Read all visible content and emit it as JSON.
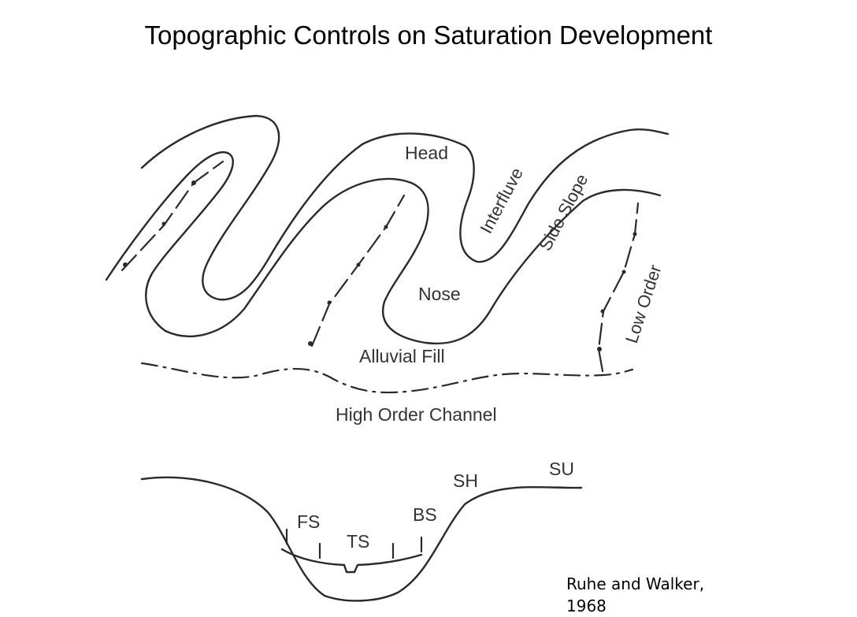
{
  "slide": {
    "title": "Topographic Controls on Saturation Development",
    "citation_line1": "Ruhe and Walker,",
    "citation_line2": "1968"
  },
  "plan_view": {
    "labels": {
      "head": "Head",
      "interfluve": "Interfluve",
      "side_slope": "Side Slope",
      "nose": "Nose",
      "low_order": "Low Order",
      "alluvial_fill": "Alluvial Fill",
      "high_order_channel": "High Order Channel"
    }
  },
  "cross_section": {
    "labels": {
      "su": "SU",
      "sh": "SH",
      "bs": "BS",
      "fs": "FS",
      "ts": "TS"
    }
  },
  "colors": {
    "line": "#2a2a2a",
    "label": "#333333",
    "background": "#ffffff"
  }
}
